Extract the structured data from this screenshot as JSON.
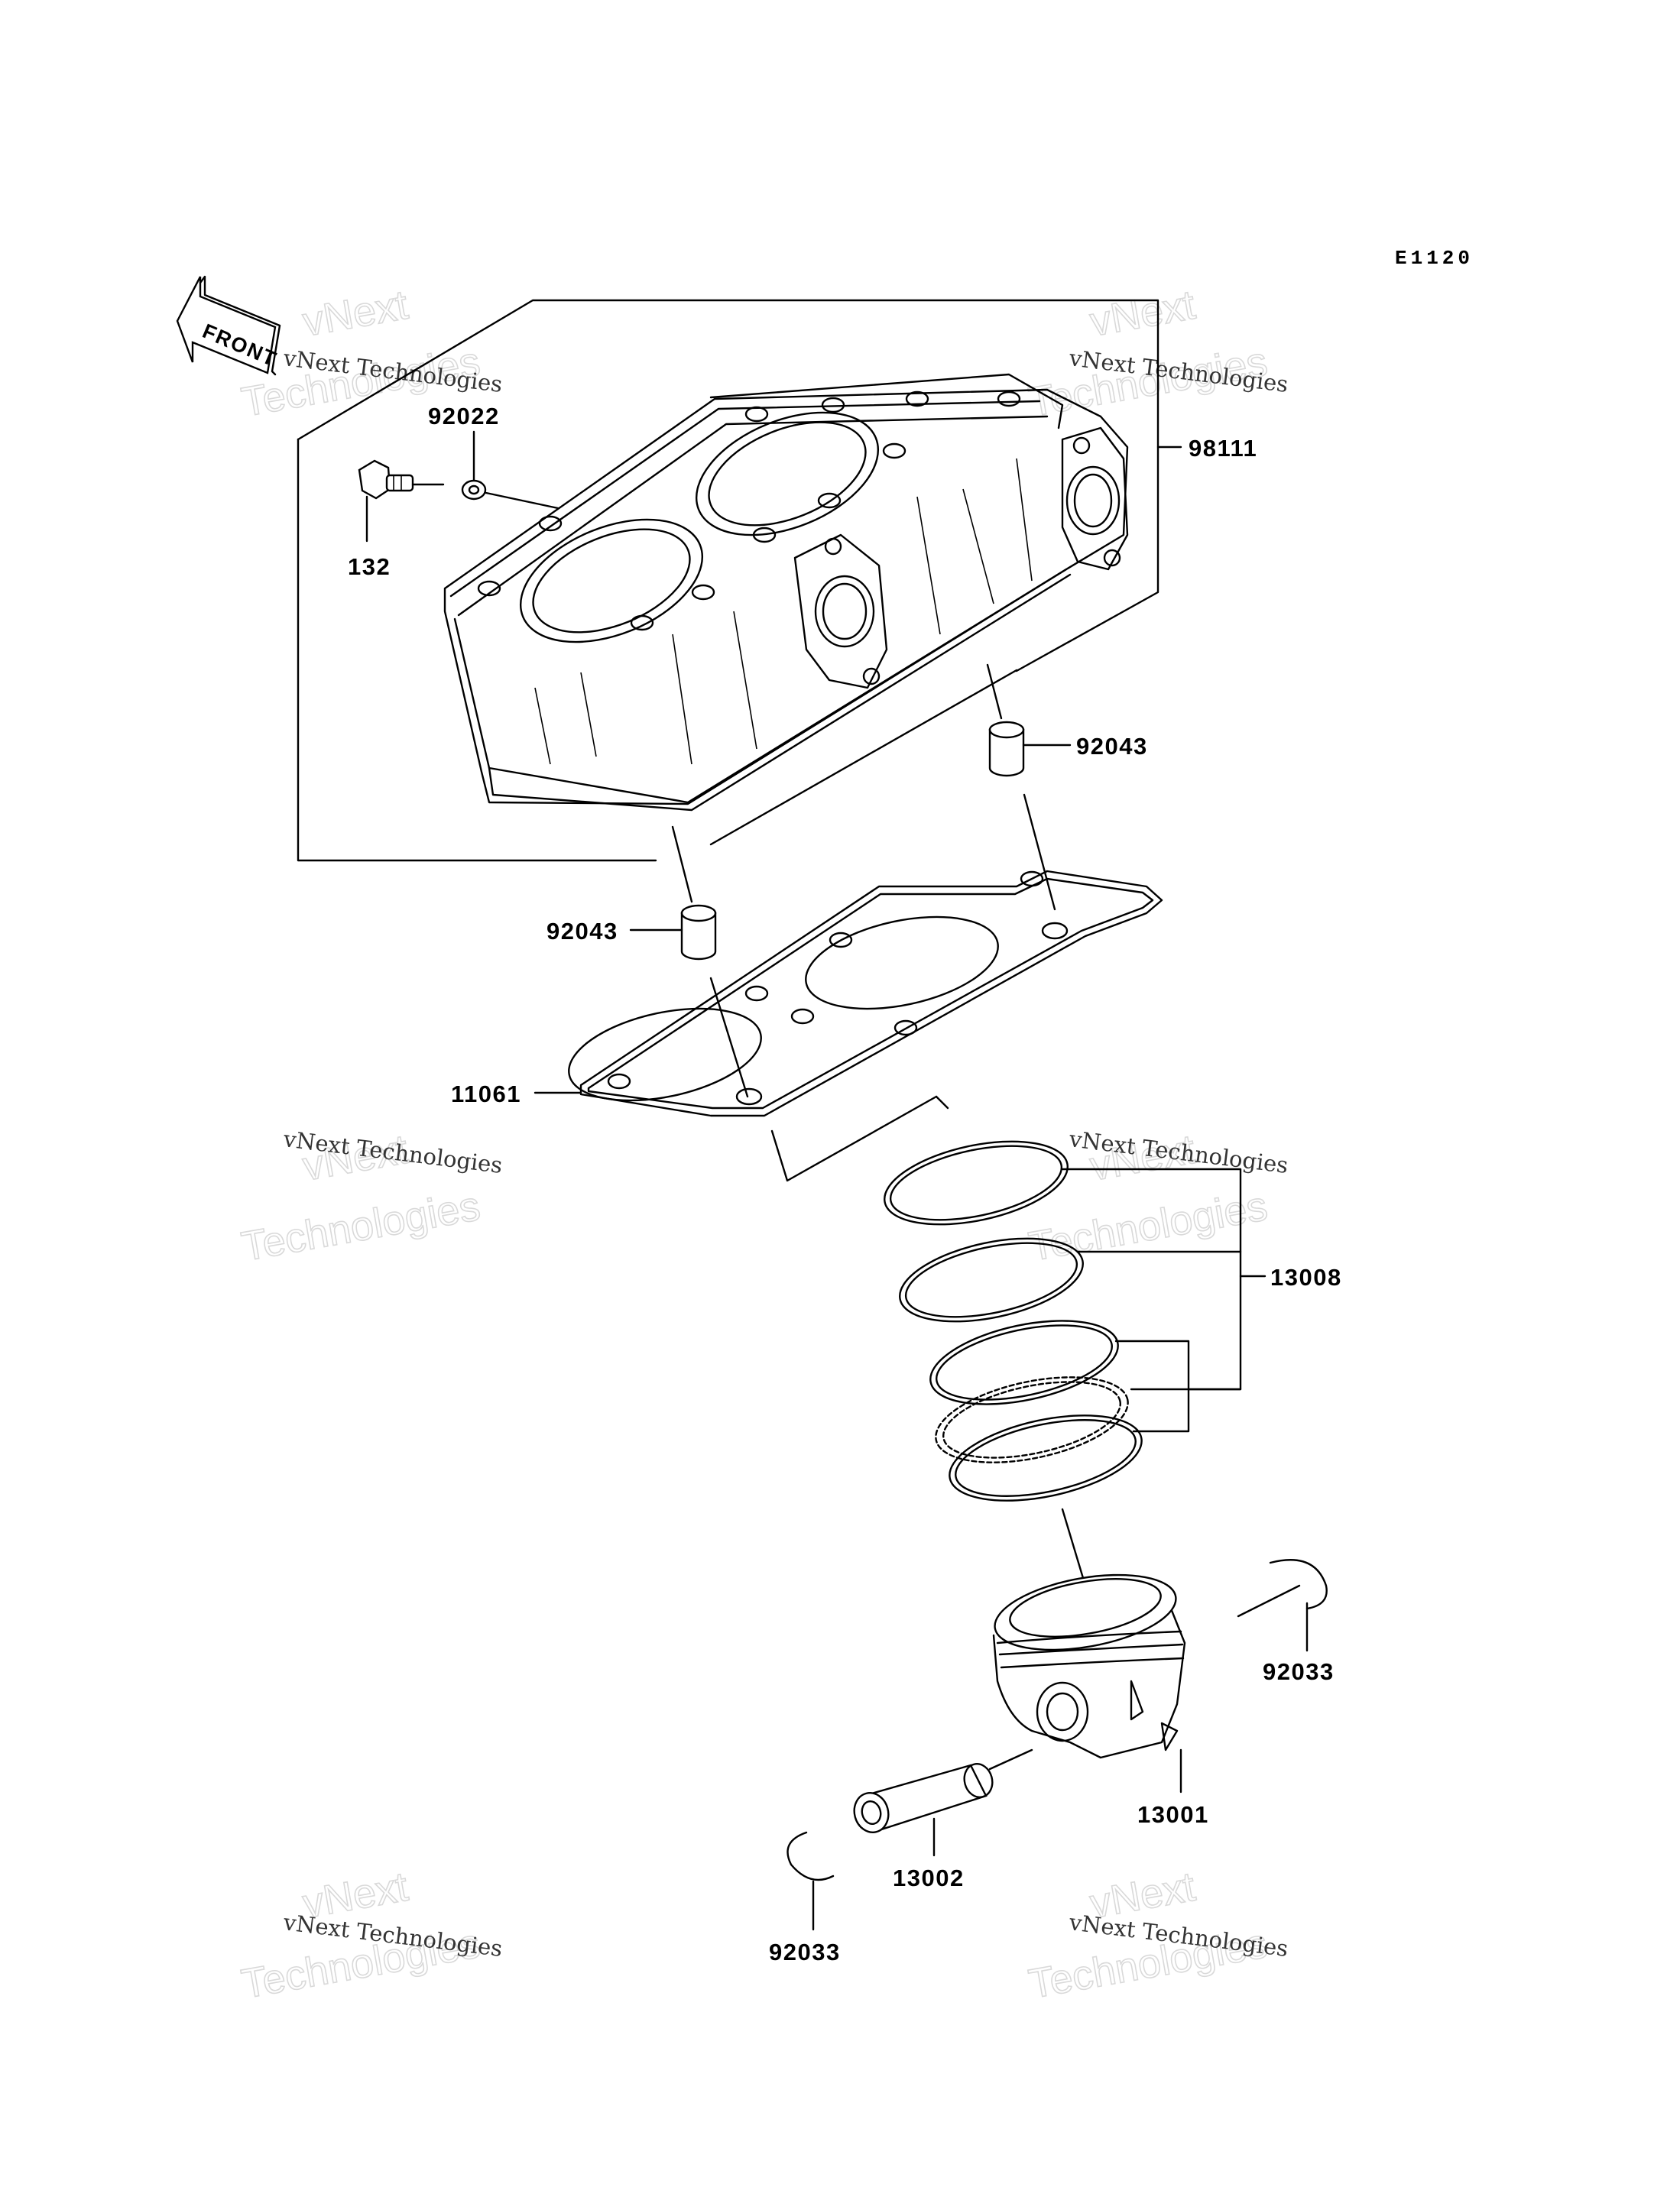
{
  "diagram": {
    "code": "E1120",
    "front_label": "FRONT",
    "watermark": {
      "line1": "vNext Technologies",
      "line2": "vNext",
      "line3": "Technologies"
    },
    "parts": {
      "p92022": "92022",
      "p132": "132",
      "p98111": "98111",
      "p92043_upper": "92043",
      "p92043_lower": "92043",
      "p11061": "11061",
      "p13008": "13008",
      "p92033_right": "92033",
      "p13001": "13001",
      "p13002": "13002",
      "p92033_left": "92033"
    }
  }
}
